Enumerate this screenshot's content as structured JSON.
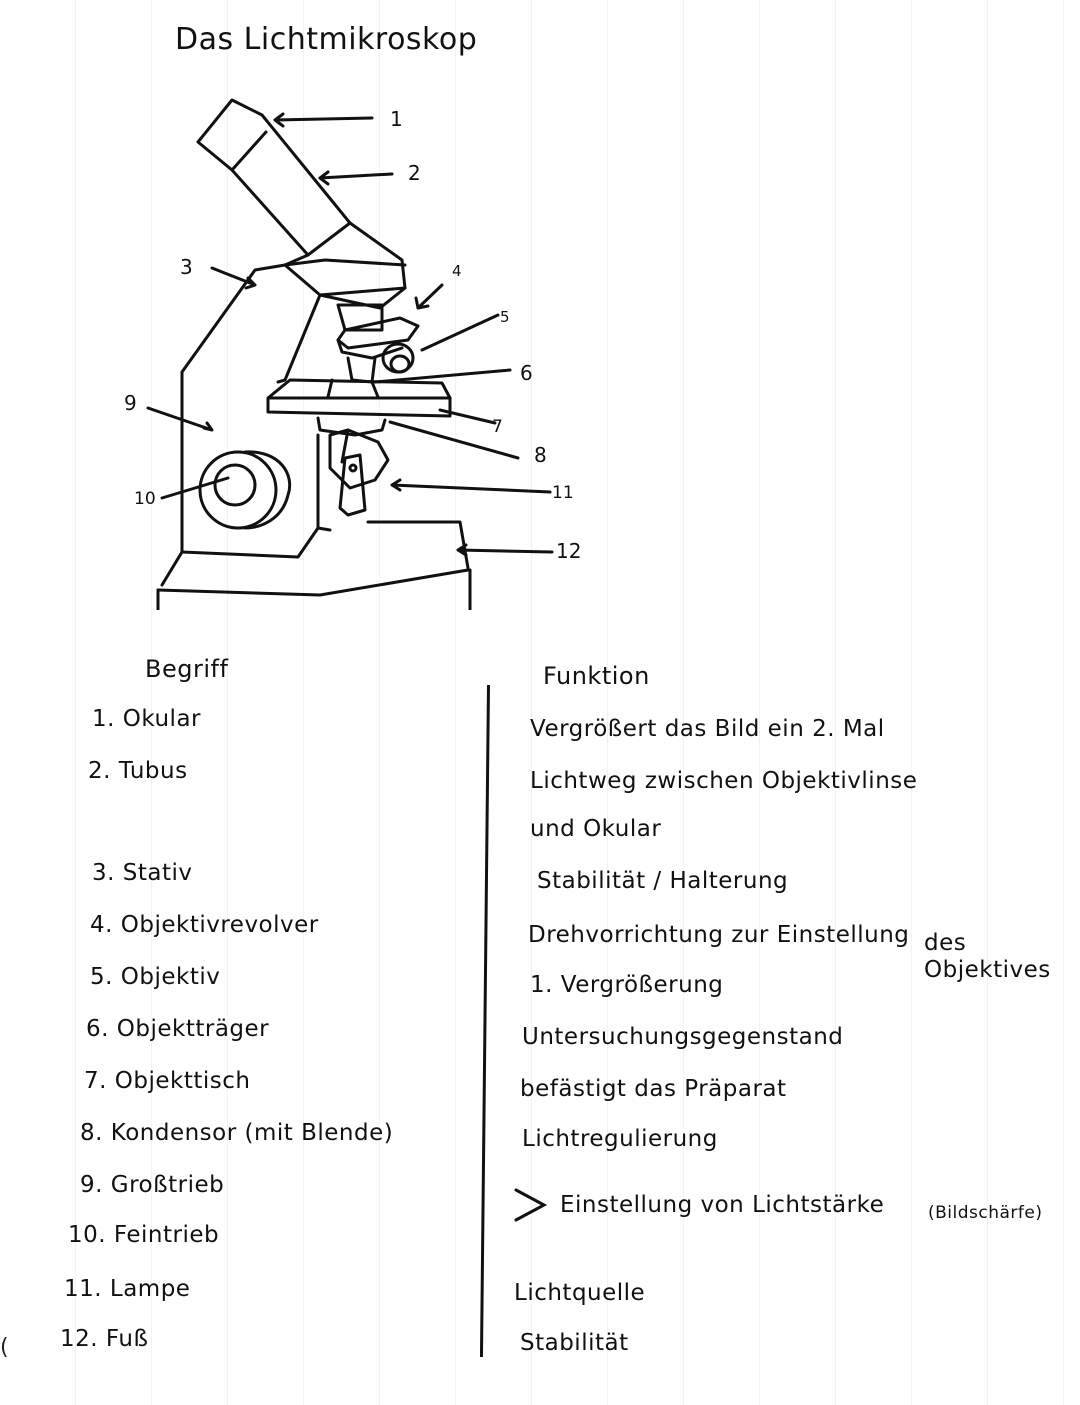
{
  "page": {
    "title": "Das Lichtmikroskop",
    "background_color": "#ffffff",
    "ink_color": "#111111"
  },
  "diagram": {
    "name": "microscope-sketch",
    "labels": [
      "1",
      "2",
      "3",
      "4",
      "5",
      "6",
      "7",
      "8",
      "9",
      "10",
      "11",
      "12"
    ]
  },
  "table": {
    "headers": {
      "term": "Begriff",
      "function": "Funktion"
    },
    "rows": [
      {
        "num": "1.",
        "term": "Okular",
        "function": "Vergrößert das Bild ein 2. Mal"
      },
      {
        "num": "2.",
        "term": "Tubus",
        "function": "Lichtweg zwischen Objektivlinse",
        "function_cont": "und Okular"
      },
      {
        "num": "3.",
        "term": "Stativ",
        "function": "Stabilität / Halterung"
      },
      {
        "num": "4.",
        "term": "Objektivrevolver",
        "function": "Drehvorrichtung zur Einstellung",
        "function_extra_1": "des",
        "function_extra_2": "Objektives"
      },
      {
        "num": "5.",
        "term": "Objektiv",
        "function": "1. Vergrößerung"
      },
      {
        "num": "6.",
        "term": "Objektträger",
        "function": "Untersuchungsgegenstand"
      },
      {
        "num": "7.",
        "term": "Objekttisch",
        "function": "befästigt das Präparat"
      },
      {
        "num": "8.",
        "term": "Kondensor (mit Blende)",
        "function": "Lichtregulierung"
      },
      {
        "num": "9.",
        "term": "Großtrieb",
        "function": "Einstellung von Lichtstärke",
        "function_note": "(Bildschärfe)"
      },
      {
        "num": "10.",
        "term": "Feintrieb"
      },
      {
        "num": "11.",
        "term": "Lampe",
        "function": "Lichtquelle"
      },
      {
        "num": "12.",
        "term": "Fuß",
        "function": "Stabilität"
      }
    ]
  },
  "icons": {
    "bracket": "greater-than-bracket-icon"
  }
}
